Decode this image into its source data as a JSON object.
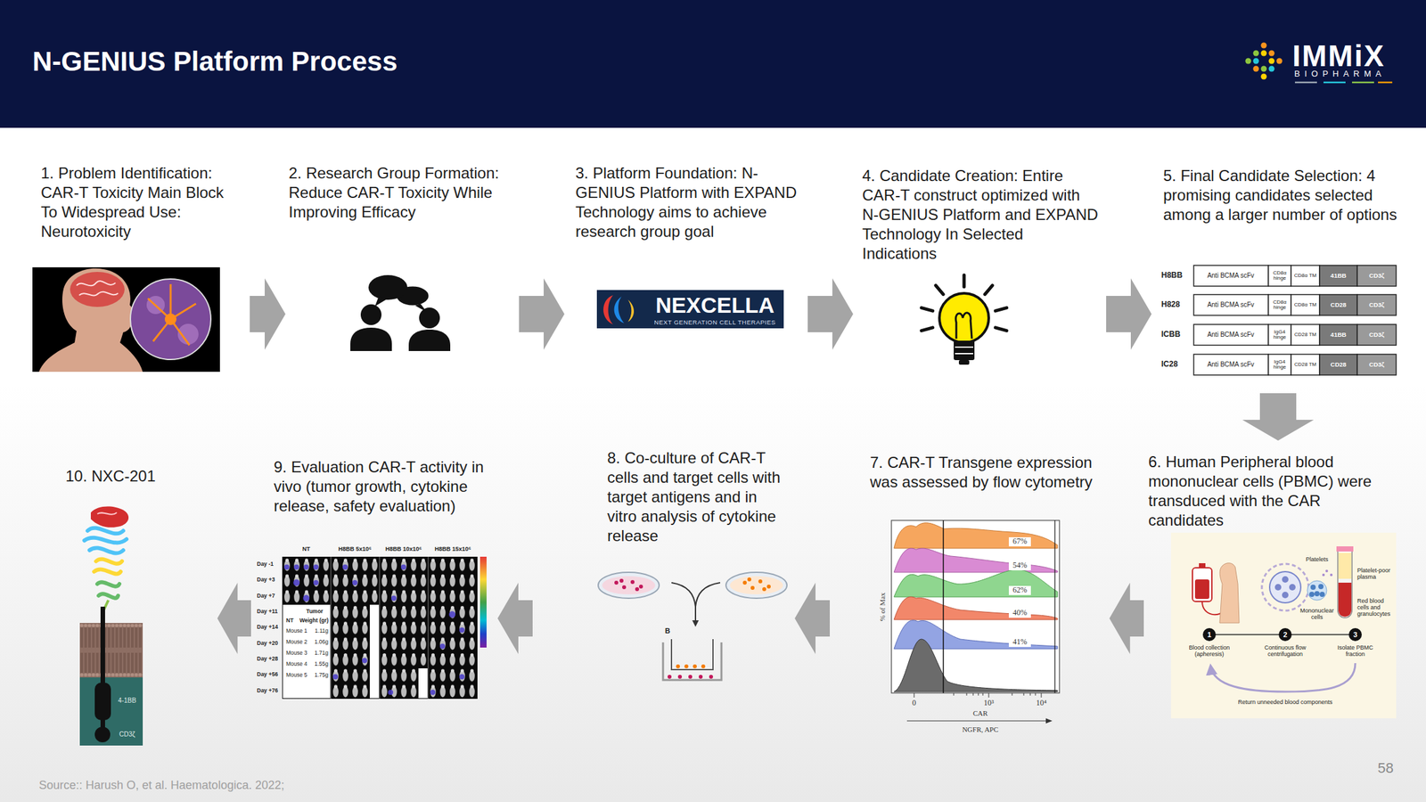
{
  "diagram": {
    "title": "N-GENIUS Platform Process",
    "nodes": [
      {
        "text": [
          "1. Problem Identification: CAR-T Toxicity Main Block To Widespread Use: Neurotoxicity"
        ]
      },
      {
        "text": [
          "2. Research Group Formation: Reduce CAR-T Toxicity While Improving Efficacy"
        ]
      },
      {
        "text": [
          "3. Platform Foundation: N-GENIUS Platform with EXPAND Technology aims to achieve research group goal"
        ]
      },
      {
        "text": [
          "4. Candidate Creation: Entire CAR-T construct optimized with N-GENIUS Platform and EXPAND Technology In Selected Indications"
        ]
      },
      {
        "text": [
          "5. Final Candidate Selection: 4 promising candidates selected among a larger number of options"
        ]
      },
      {
        "text": [
          "6. Human Peripheral blood mononuclear cells (PBMC) were transduced with the CAR candidates"
        ]
      },
      {
        "text": [
          "7. CAR-T Transgene expression was assessed by flow cytometry"
        ]
      },
      {
        "text": [
          "8. Co-culture of CAR-T cells and target cells with target antigens and in vitro analysis of cytokine release"
        ]
      },
      {
        "text": [
          "9. Evaluation CAR-T activity in vivo (tumor growth, cytokine release, safety evaluation)"
        ]
      },
      {
        "text": [
          "10. NXC-201"
        ]
      }
    ],
    "edges": [
      {
        "from": 0,
        "to": 1,
        "arrow": "to"
      },
      {
        "from": 1,
        "to": 2,
        "arrow": "to"
      },
      {
        "from": 2,
        "to": 3,
        "arrow": "to"
      },
      {
        "from": 3,
        "to": 4,
        "arrow": "to"
      },
      {
        "from": 4,
        "to": 5,
        "arrow": "to"
      },
      {
        "from": 5,
        "to": 6,
        "arrow": "to"
      },
      {
        "from": 6,
        "to": 7,
        "arrow": "to"
      },
      {
        "from": 7,
        "to": 8,
        "arrow": "to"
      },
      {
        "from": 8,
        "to": 9,
        "arrow": "to"
      }
    ],
    "labels": [
      "IMMiX",
      "BIOPHARMA",
      "NEXCELLA",
      "NEXT GENERATION CELL THERAPIES",
      "H8BB",
      "Anti BCMA scFv",
      "CD8α hinge",
      "CD8α TM",
      "41BB",
      "CD3ζ",
      "H828",
      "Anti BCMA scFv",
      "CD8α hinge",
      "CD8α TM",
      "CD28",
      "CD3ζ",
      "ICBB",
      "Anti BCMA scFv",
      "IgG4 hinge",
      "CD28 TM",
      "41BB",
      "CD3ζ",
      "IC28",
      "Anti BCMA scFv",
      "IgG4 hinge",
      "CD28 TM",
      "CD28",
      "CD3ζ",
      "Platelets",
      "Platelet-poor plasma",
      "Mononuclear cells",
      "Red blood cells and granulocytes",
      "1",
      "Blood collection (apheresis)",
      "2",
      "Continuous flow centrifugation",
      "3",
      "Isolate PBMC fraction",
      "Return unneeded blood components",
      "67%",
      "54%",
      "62%",
      "40%",
      "41%",
      "% of Max",
      "0",
      "10³",
      "10⁴",
      "CAR",
      "NGFR, APC",
      "B",
      "NT",
      "H8BB 5x10⁶",
      "H8BB 10x10⁶",
      "H8BB 15x10⁶",
      "Day -1",
      "Day +3",
      "Day +7",
      "Day +11",
      "Day +14",
      "Day +20",
      "Day +28",
      "Day +56",
      "Day +76",
      "Tumor",
      "NT",
      "Weight (gr)",
      "Mouse 1",
      "1.11g",
      "Mouse 2",
      "1.06g",
      "Mouse 3",
      "1.71g",
      "Mouse 4",
      "1.55g",
      "Mouse 5",
      "1.75g",
      "4-1BB",
      "CD3ζ",
      "Source:: Harush O, et al. Haematologica. 2022;",
      "58"
    ]
  }
}
